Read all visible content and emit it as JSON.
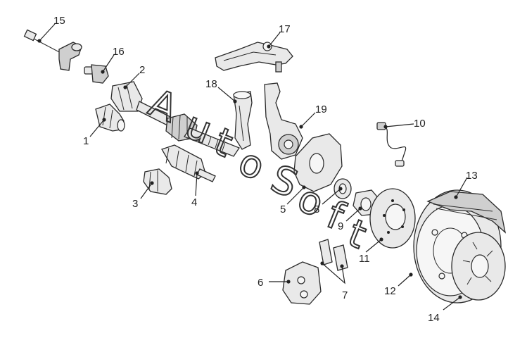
{
  "watermark": {
    "text": "AutoSoft",
    "letters": [
      "A",
      "u",
      "t",
      "o",
      "S",
      "o",
      "f",
      "t"
    ]
  },
  "callouts": [
    {
      "id": "15",
      "label": "15"
    },
    {
      "id": "16",
      "label": "16"
    },
    {
      "id": "2",
      "label": "2"
    },
    {
      "id": "1",
      "label": "1"
    },
    {
      "id": "17",
      "label": "17"
    },
    {
      "id": "18",
      "label": "18"
    },
    {
      "id": "19",
      "label": "19"
    },
    {
      "id": "10",
      "label": "10"
    },
    {
      "id": "3",
      "label": "3"
    },
    {
      "id": "4",
      "label": "4"
    },
    {
      "id": "5",
      "label": "5"
    },
    {
      "id": "8",
      "label": "8"
    },
    {
      "id": "9",
      "label": "9"
    },
    {
      "id": "11",
      "label": "11"
    },
    {
      "id": "13",
      "label": "13"
    },
    {
      "id": "6",
      "label": "6"
    },
    {
      "id": "7",
      "label": "7"
    },
    {
      "id": "12",
      "label": "12"
    },
    {
      "id": "14",
      "label": "14"
    }
  ]
}
